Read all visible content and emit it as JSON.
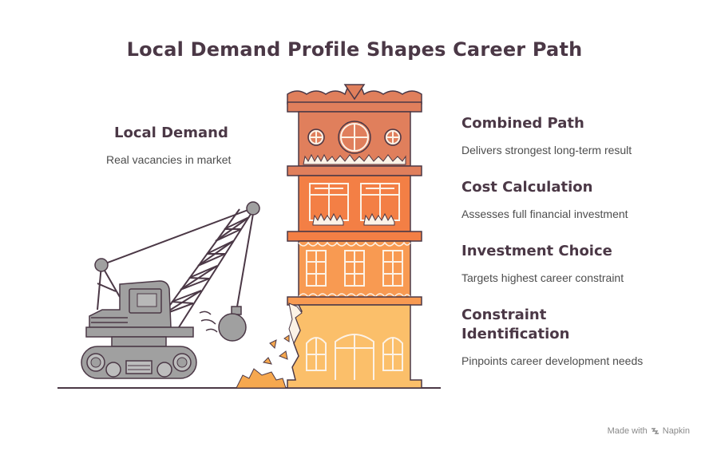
{
  "title": "Local Demand Profile Shapes Career Path",
  "left_label": {
    "title": "Local Demand",
    "description": "Real vacancies in market"
  },
  "right_labels": [
    {
      "title": "Combined Path",
      "description": "Delivers strongest long-term result"
    },
    {
      "title": "Cost Calculation",
      "description": "Assesses full financial investment"
    },
    {
      "title": "Investment Choice",
      "description": "Targets highest career constraint"
    },
    {
      "title_lines": [
        "Constraint",
        "Identification"
      ],
      "description": "Pinpoints career development needs"
    }
  ],
  "footer": {
    "made_with": "Made with",
    "brand": "Napkin"
  },
  "colors": {
    "floor_top": "#e07f5c",
    "floor_2": "#f37f45",
    "floor_3": "#f89a52",
    "floor_bottom": "#fbbf6a",
    "crane_gray": "#a0a0a0",
    "outline": "#4b3846",
    "window_cream": "#fcf2e6"
  },
  "icons": [
    "wrecking-crane-icon",
    "wrecking-ball-icon",
    "building-icon",
    "napkin-logo-icon"
  ]
}
